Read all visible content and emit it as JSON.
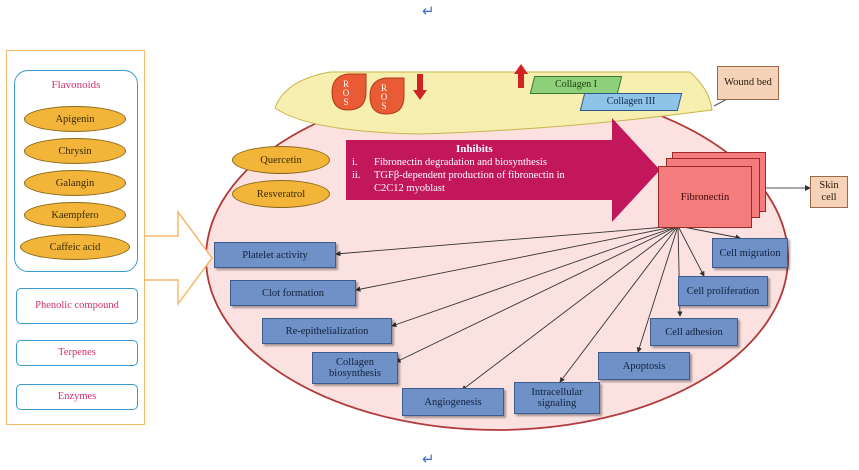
{
  "markers": {
    "return_symbol": "↵"
  },
  "left_panel": {
    "flavonoids": {
      "title": "Flavonoids",
      "items": [
        "Apigenin",
        "Chrysin",
        "Galangin",
        "Kaempfero",
        "Caffeic acid"
      ]
    },
    "categories": [
      "Phenolic compound",
      "Terpenes",
      "Enzymes"
    ]
  },
  "top_band": {
    "ros_label": "R O S",
    "collagen1": "Collagen I",
    "collagen3": "Collagen III"
  },
  "wound_bed": "Wound bed",
  "skin_cell": "Skin cell",
  "compounds": [
    "Quercetin",
    "Resveratrol"
  ],
  "inhibits": {
    "title": "Inhibits",
    "item1_num": "i.",
    "item1": "Fibronectin degradation and biosynthesis",
    "item2_num": "ii.",
    "item2": "TGFβ-dependent production of fibronectin in",
    "item2_cont": "C2C12 myoblast"
  },
  "fibronectin": "Fibronectin",
  "effects": [
    "Platelet activity",
    "Clot formation",
    "Re-epithelialization",
    "Collagen biosynthesis",
    "Angiogenesis",
    "Intracellular signaling",
    "Apoptosis",
    "Cell adhesion",
    "Cell proliferation",
    "Cell migration"
  ],
  "colors": {
    "panel_border": "#f5b96a",
    "category_border": "#3a9ad0",
    "category_text": "#d0306f",
    "oval_fill": "#f2b53a",
    "ellipse_fill": "#fbe2e0",
    "ellipse_border": "#b23a3a",
    "band_fill": "#f7efb0",
    "arrow_fill": "#c2185b",
    "fibronectin_fill": "#f47c7c",
    "effect_box_fill": "#6f91c8",
    "collagen1_fill": "#8fd07a",
    "collagen3_fill": "#8fc3e8",
    "peach_fill": "#f6d3b8"
  }
}
